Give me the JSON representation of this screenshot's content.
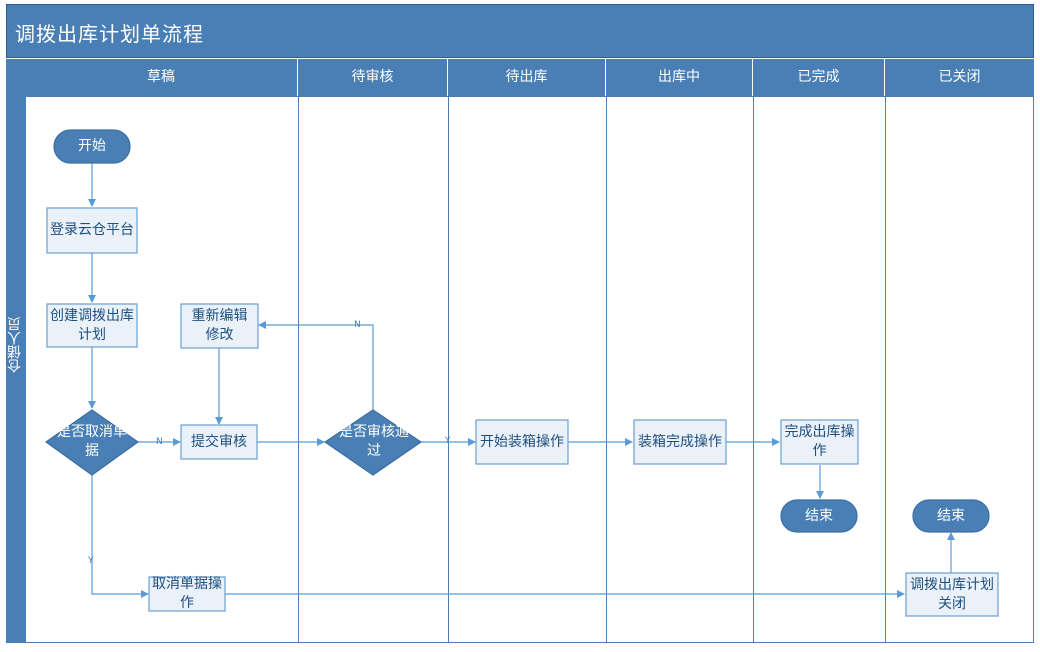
{
  "title": "调拨出库计划单流程",
  "side_label": "仓储人员",
  "lanes": [
    "草稿",
    "待审核",
    "待出库",
    "出库中",
    "已完成",
    "已关闭"
  ],
  "nodes": {
    "start": "开始",
    "login": "登录云仓平台",
    "create": "创建调拨出库计划",
    "reedit": "重新编辑修改",
    "cancel_q": "是否取消单据",
    "submit": "提交审核",
    "audit_q": "是否审核通过",
    "packing": "开始装箱操作",
    "pack_done": "装箱完成操作",
    "finish": "完成出库操作",
    "end1": "结束",
    "end2": "结束",
    "cancel_op": "取消单据操作",
    "close": "调拨出库计划关闭"
  },
  "edge_labels": {
    "cancel_no": "N",
    "cancel_yes": "Y",
    "audit_no": "N",
    "audit_yes": "Y"
  },
  "colors": {
    "header": "#4a7fb5",
    "box_fill": "#eaf1f9",
    "box_border": "#6b9fd0",
    "line": "#5b9bd5",
    "lane_border": "#4a7fb5"
  }
}
